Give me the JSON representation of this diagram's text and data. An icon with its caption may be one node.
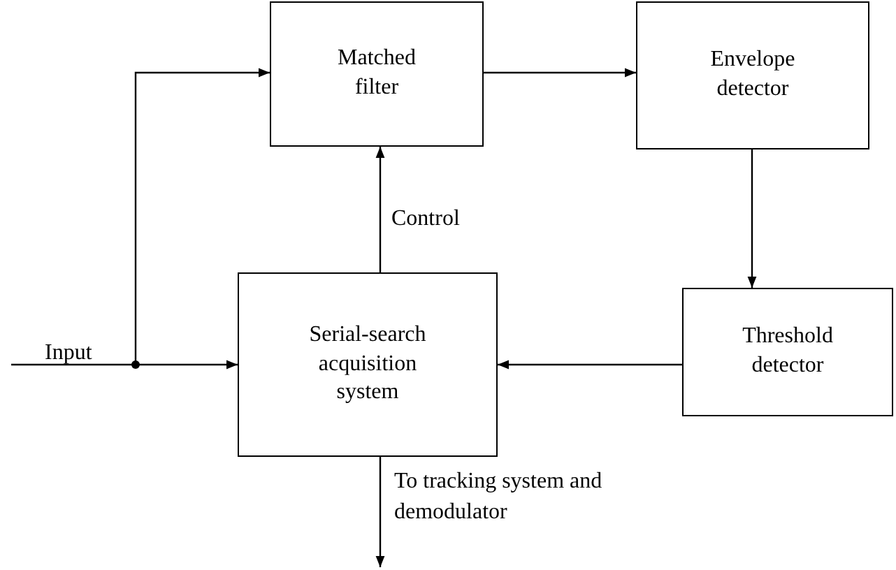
{
  "diagram": {
    "nodes": [
      {
        "text": [
          "Matched filter"
        ]
      },
      {
        "text": [
          "Envelope detector"
        ]
      },
      {
        "text": [
          "Serial-search acquisition system"
        ]
      },
      {
        "text": [
          "Threshold detector"
        ]
      },
      {
        "text": [
          "Input"
        ]
      }
    ],
    "edges": [
      {
        "from": 4,
        "to": 2,
        "arrow": "to"
      },
      {
        "from": 4,
        "to": 0,
        "arrow": "to"
      },
      {
        "from": 0,
        "to": 1,
        "arrow": "to"
      },
      {
        "from": 1,
        "to": 3,
        "arrow": "to"
      },
      {
        "from": 3,
        "to": 2,
        "arrow": "to"
      },
      {
        "from": 2,
        "to": 0,
        "label": "Control",
        "arrow": "to"
      },
      {
        "from": 2,
        "to": null,
        "label": "To tracking system and demodulator",
        "arrow": "to"
      }
    ]
  }
}
